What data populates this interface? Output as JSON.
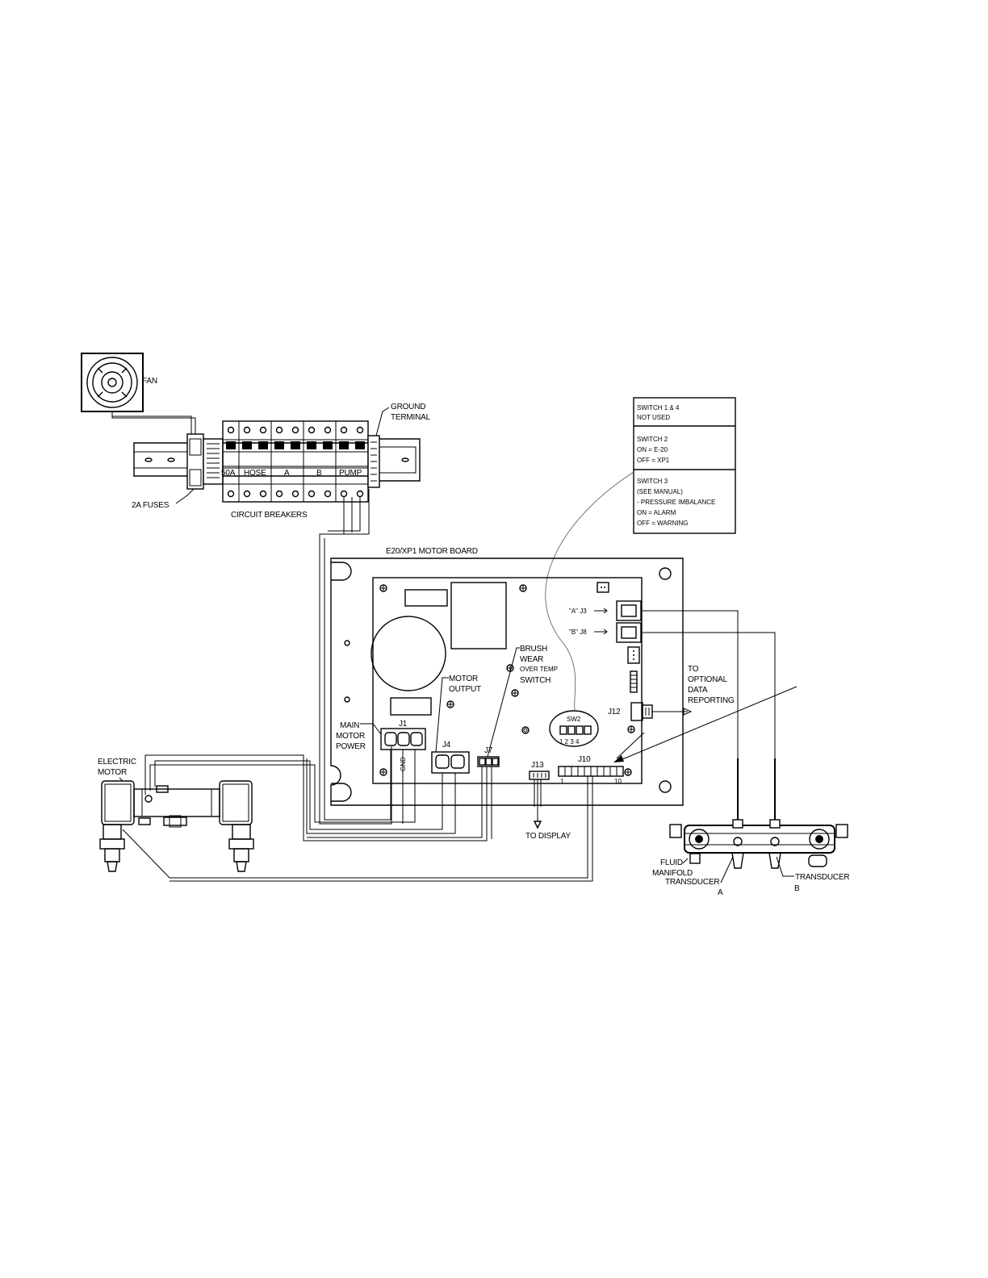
{
  "labels": {
    "fan": "FAN",
    "ground_terminal_1": "GROUND",
    "ground_terminal_2": "TERMINAL",
    "fuses": "2A FUSES",
    "circuit_breakers": "CIRCUIT BREAKERS",
    "breakers": [
      "50A",
      "HOSE",
      "A",
      "B",
      "PUMP"
    ],
    "motor_board": "E20/XP1 MOTOR BOARD",
    "switch_table": {
      "row1": [
        "SWITCH        1    & 4",
        "NOT USED"
      ],
      "row2": [
        "SWITCH        2",
        "ON = E-20",
        "OFF = XP1"
      ],
      "row3": [
        "SWITCH        3",
        "(SEE MANUAL)",
        "- PRESSURE IMBALANCE",
        "ON = ALARM",
        "OFF = WARNING"
      ]
    },
    "j3": "\"A\"  J3",
    "j8": "\"B\"  J8",
    "to_optional_1": "TO",
    "to_optional_2": "OPTIONAL",
    "to_optional_3": "DATA",
    "to_optional_4": "REPORTING",
    "brush_1": "BRUSH",
    "brush_2": "WEAR",
    "brush_3": "OVER TEMP",
    "brush_4": "SWITCH",
    "motor_output_1": "MOTOR",
    "motor_output_2": "OUTPUT",
    "main_motor_1": "MAIN",
    "main_motor_2": "MOTOR",
    "main_motor_3": "POWER",
    "j1": "J1",
    "j4": "J4",
    "j7": "J7",
    "j12": "J12",
    "j13": "J13",
    "j10": "J10",
    "sw2": "SW2",
    "sw2_nums": "1 2 3 4",
    "gnd": "GND",
    "j10_left": "1",
    "j10_right": "10",
    "to_display": "TO DISPLAY",
    "electric_motor_1": "ELECTRIC",
    "electric_motor_2": "MOTOR",
    "fluid_manifold_1": "FLUID",
    "fluid_manifold_2": "MANIFOLD",
    "transducer_a_1": "TRANSDUCER",
    "transducer_a_2": "A",
    "transducer_b_1": "TRANSDUCER",
    "transducer_b_2": "B"
  }
}
